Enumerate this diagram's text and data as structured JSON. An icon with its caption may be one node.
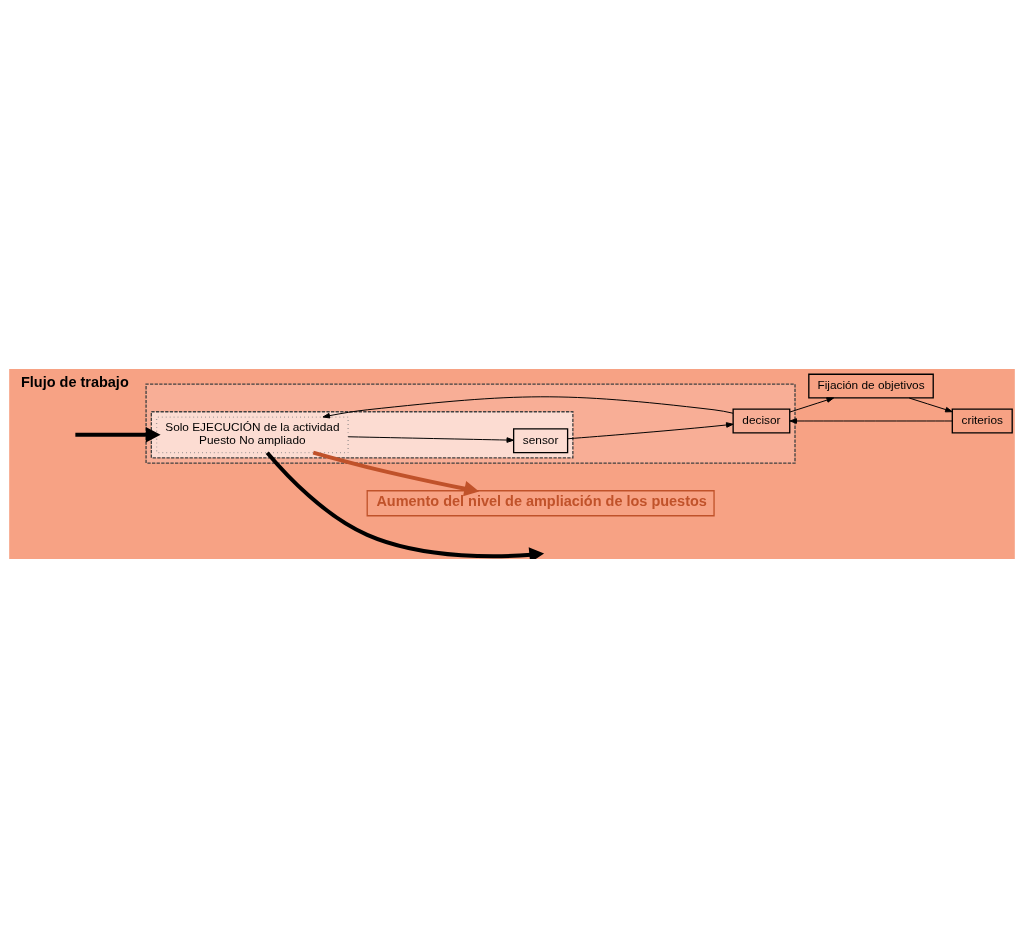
{
  "diagram": {
    "nodes": [
      {
        "text": [],
        "shape": "box"
      },
      {
        "text": [],
        "shape": "box",
        "in": 0
      },
      {
        "text": [
          "Solo EJECUCIÓN de la actividad",
          "Puesto No ampliado"
        ],
        "in": 1
      },
      {
        "text": [
          "sensor"
        ],
        "in": 1
      },
      {
        "text": [
          "decisor"
        ],
        "in": 0
      },
      {
        "text": [
          "Fijación de objetivos"
        ]
      },
      {
        "text": [
          "criterios"
        ]
      },
      {
        "text": [
          "Aumento del nivel de ampliación de los puestos"
        ]
      }
    ],
    "edges": [
      {
        "from": 2,
        "to": null,
        "arrow": "to",
        "style": "thick"
      },
      {
        "from": null,
        "to": 2,
        "arrow": "to",
        "style": "thick"
      },
      {
        "from": 2,
        "to": 3,
        "arrow": "to"
      },
      {
        "from": 3,
        "to": 4,
        "arrow": "to"
      },
      {
        "from": 4,
        "to": 5,
        "arrow": "to"
      },
      {
        "from": 5,
        "to": 6,
        "arrow": "to"
      },
      {
        "from": 6,
        "to": 4,
        "arrow": "to"
      },
      {
        "from": 4,
        "to": 2,
        "arrow": "to"
      },
      {
        "from": 2,
        "to": 7,
        "arrow": "to",
        "style": "thick",
        "color": "#c0522a"
      }
    ],
    "labels": [
      "Flujo de trabajo"
    ]
  }
}
